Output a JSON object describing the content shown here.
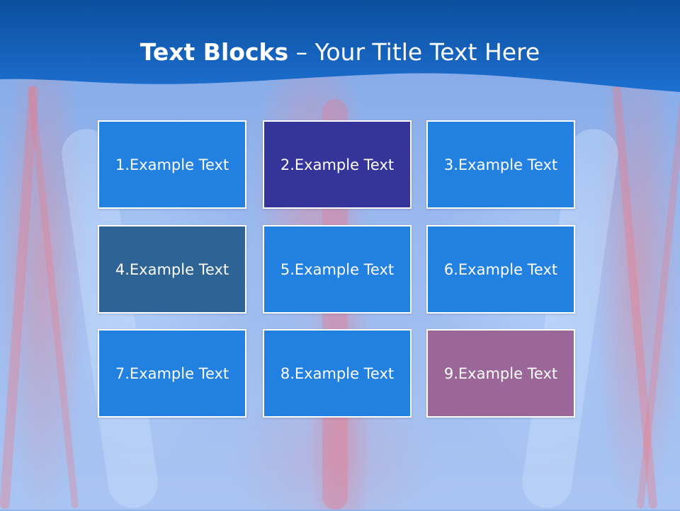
{
  "slide": {
    "title_bold": "Text Blocks",
    "title_dash": " – ",
    "title_rest": "Your Title Text Here"
  },
  "colors": {
    "header_top": "#0b4f9e",
    "header_bottom": "#1d6fd0",
    "tile_blue": "#2281e0",
    "tile_indigo": "#34349a",
    "tile_slate": "#2e6396",
    "tile_mauve": "#9b6698"
  },
  "blocks": [
    {
      "label": "1.Example Text",
      "color": "#2281e0"
    },
    {
      "label": "2.Example Text",
      "color": "#34349a"
    },
    {
      "label": "3.Example Text",
      "color": "#2281e0"
    },
    {
      "label": "4.Example Text",
      "color": "#2e6396"
    },
    {
      "label": "5.Example Text",
      "color": "#2281e0"
    },
    {
      "label": "6.Example Text",
      "color": "#2281e0"
    },
    {
      "label": "7.Example Text",
      "color": "#2281e0"
    },
    {
      "label": "8.Example Text",
      "color": "#2281e0"
    },
    {
      "label": "9.Example Text",
      "color": "#9b6698"
    }
  ]
}
